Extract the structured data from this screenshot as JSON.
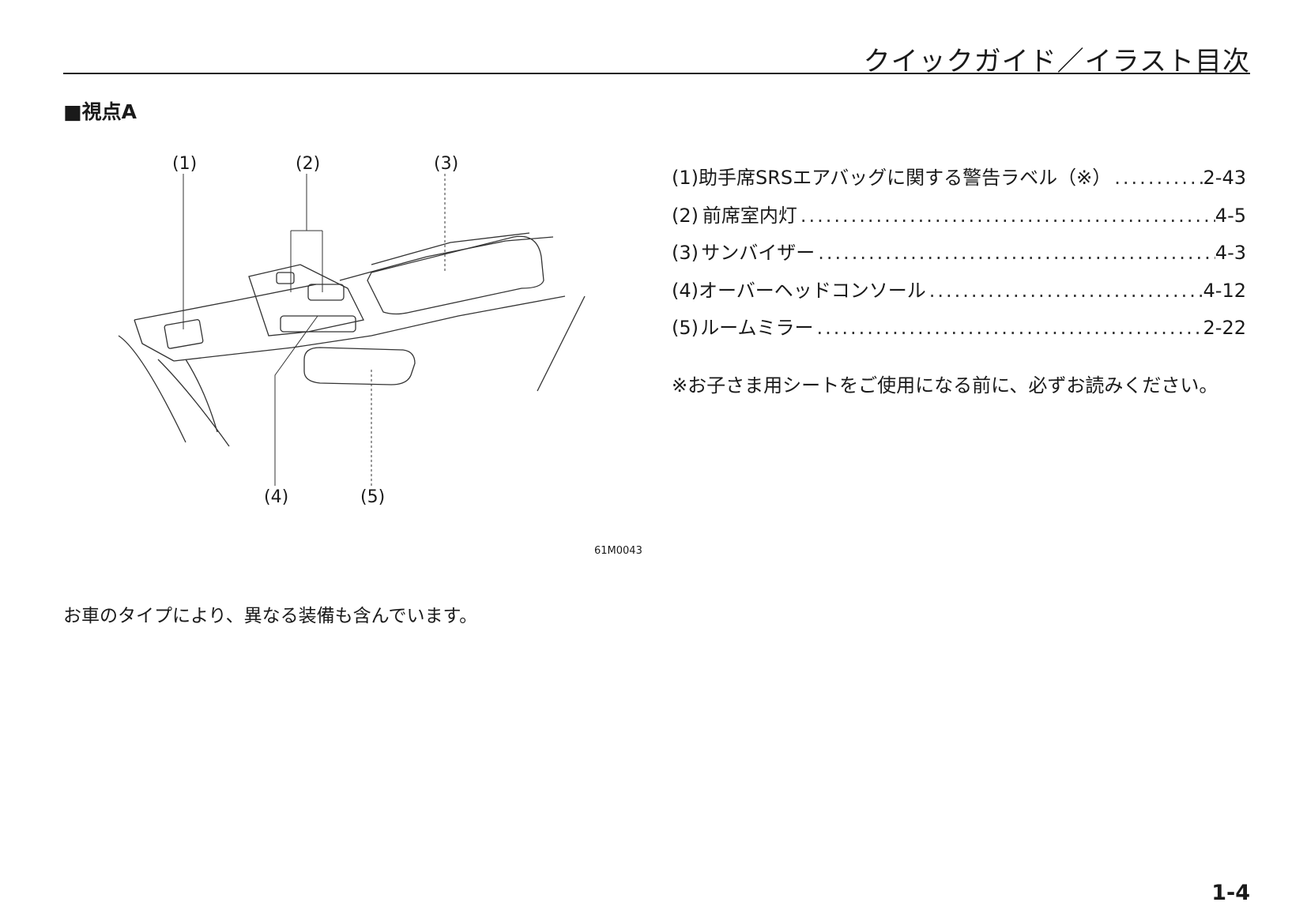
{
  "header": {
    "title": "クイックガイド／イラスト目次"
  },
  "section": {
    "title": "■視点A"
  },
  "figure": {
    "callouts": [
      "(1)",
      "(2)",
      "(3)",
      "(4)",
      "(5)"
    ],
    "code": "61M0043"
  },
  "toc": {
    "items": [
      {
        "num": "(1)",
        "label": "助手席SRSエアバッグに関する警告ラベル（※）",
        "page": "2-43"
      },
      {
        "num": "(2)",
        "label": "前席室内灯",
        "page": "4-5"
      },
      {
        "num": "(3)",
        "label": "サンバイザー",
        "page": "4-3"
      },
      {
        "num": "(4)",
        "label": "オーバーヘッドコンソール",
        "page": "4-12"
      },
      {
        "num": "(5)",
        "label": "ルームミラー",
        "page": "2-22"
      }
    ],
    "note": "※お子さま用シートをご使用になる前に、必ずお読みください。"
  },
  "footnote": "お車のタイプにより、異なる装備も含んでいます。",
  "page_number": "1-4"
}
